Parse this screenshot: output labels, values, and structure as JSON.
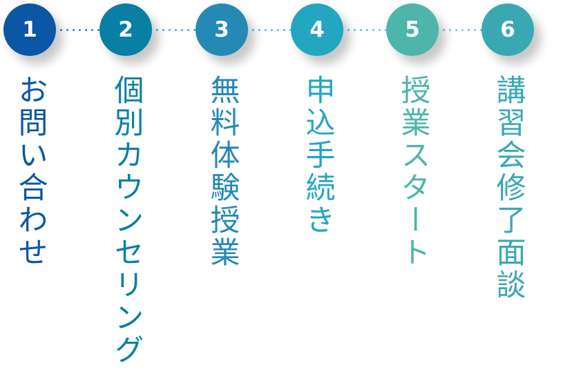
{
  "diagram": {
    "type": "process-flow",
    "steps": [
      {
        "number": "1",
        "label": "お問い合わせ",
        "color": "#0C56A6"
      },
      {
        "number": "2",
        "label": "個別カウンセリング",
        "color": "#0A7FA6"
      },
      {
        "number": "3",
        "label": "無料体験授業",
        "color": "#2589B5"
      },
      {
        "number": "4",
        "label": "申込手続き",
        "color": "#23A6BF"
      },
      {
        "number": "5",
        "label": "授業スタート",
        "color": "#4DB5AA"
      },
      {
        "number": "6",
        "label": "講習会修了面談",
        "color": "#3AA8B3"
      }
    ],
    "connectors": [
      {
        "from": "1",
        "to": "2",
        "color": "#1E6FCF"
      },
      {
        "from": "2",
        "to": "3",
        "color": "#1FA6D8"
      },
      {
        "from": "3",
        "to": "4",
        "color": "#22C4DE"
      },
      {
        "from": "4",
        "to": "5",
        "color": "#2EC6DA"
      },
      {
        "from": "5",
        "to": "6",
        "color": "#5BC0DA"
      }
    ]
  }
}
